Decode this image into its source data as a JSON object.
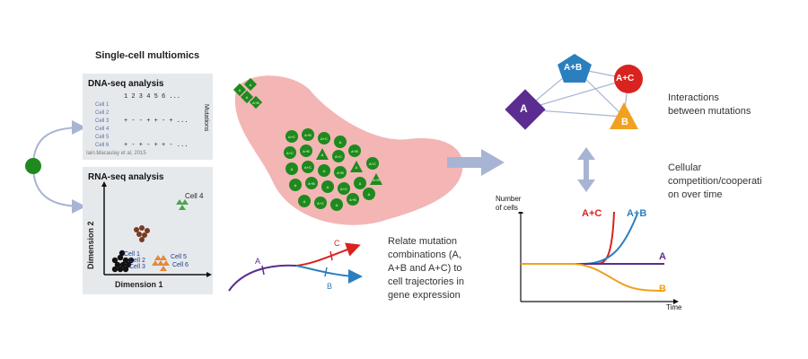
{
  "figure": {
    "title": "Single-cell multiomics",
    "dna_panel": {
      "title": "DNA-seq analysis",
      "columns": "1 2 3 4 5 6 ...",
      "rows": [
        "Cell 1",
        "Cell 2",
        "Cell 3",
        "Cell 4",
        "Cell 5",
        "Cell 6",
        "..."
      ],
      "grid": [
        "+ - - + + - + ...",
        "+ - + - + + - ...",
        "+ + + - + + - ...",
        "+ - - + + - - ...",
        "+ - + - + + + ...",
        "+ - - + + - + ...",
        "- + + + - + + ..."
      ],
      "side_label": "Mutations",
      "caption": "Iain Macaulay et al, 2015"
    },
    "rna_panel": {
      "title": "RNA-seq analysis",
      "y_axis": "Dimension 2",
      "x_axis": "Dimension 1",
      "cells": [
        "Cell 1",
        "Cell 2",
        "Cell 3",
        "Cell 4",
        "Cell 5",
        "Cell 6"
      ]
    },
    "blob_markers": [
      "A",
      "A",
      "A",
      "A+B",
      "A+C",
      "A+B",
      "A+C",
      "A",
      "A+C",
      "A+B",
      "A",
      "A+C",
      "A+B",
      "A",
      "A+C",
      "A",
      "A+B",
      "A",
      "A+C",
      "A",
      "A+B",
      "A",
      "A+C",
      "A",
      "A+B",
      "A",
      "A+C",
      "A",
      "A+B",
      "A"
    ],
    "trajectory": {
      "labels": [
        "A",
        "C",
        "B"
      ]
    },
    "relate_text": [
      "Relate mutation",
      "combinations (A,",
      "A+B and A+C) to",
      "cell trajectories in",
      "gene expression"
    ],
    "network": {
      "nodes": [
        {
          "label": "A",
          "color": "#5b2d90"
        },
        {
          "label": "A+B",
          "color": "#2b7fbf"
        },
        {
          "label": "A+C",
          "color": "#d9231f"
        },
        {
          "label": "B",
          "color": "#f0a11e"
        }
      ]
    },
    "interactions_text": [
      "Interactions",
      "between mutations"
    ],
    "cellular_text": [
      "Cellular",
      "competition/cooperati",
      "on over time"
    ],
    "growth_chart": {
      "ylabel": [
        "Number",
        "of cells"
      ],
      "xlabel": "Time",
      "series_labels": [
        "A+C",
        "A+B",
        "A",
        "B"
      ]
    }
  },
  "colors": {
    "panel_bg": "#e6e9ec",
    "blob": "#f4b5b5",
    "marker_green": "#1e8a1e",
    "arrow": "#a8b4d4",
    "A": "#5b2d90",
    "A+B": "#2b7fbf",
    "A+C": "#d9231f",
    "B": "#f0a11e"
  }
}
